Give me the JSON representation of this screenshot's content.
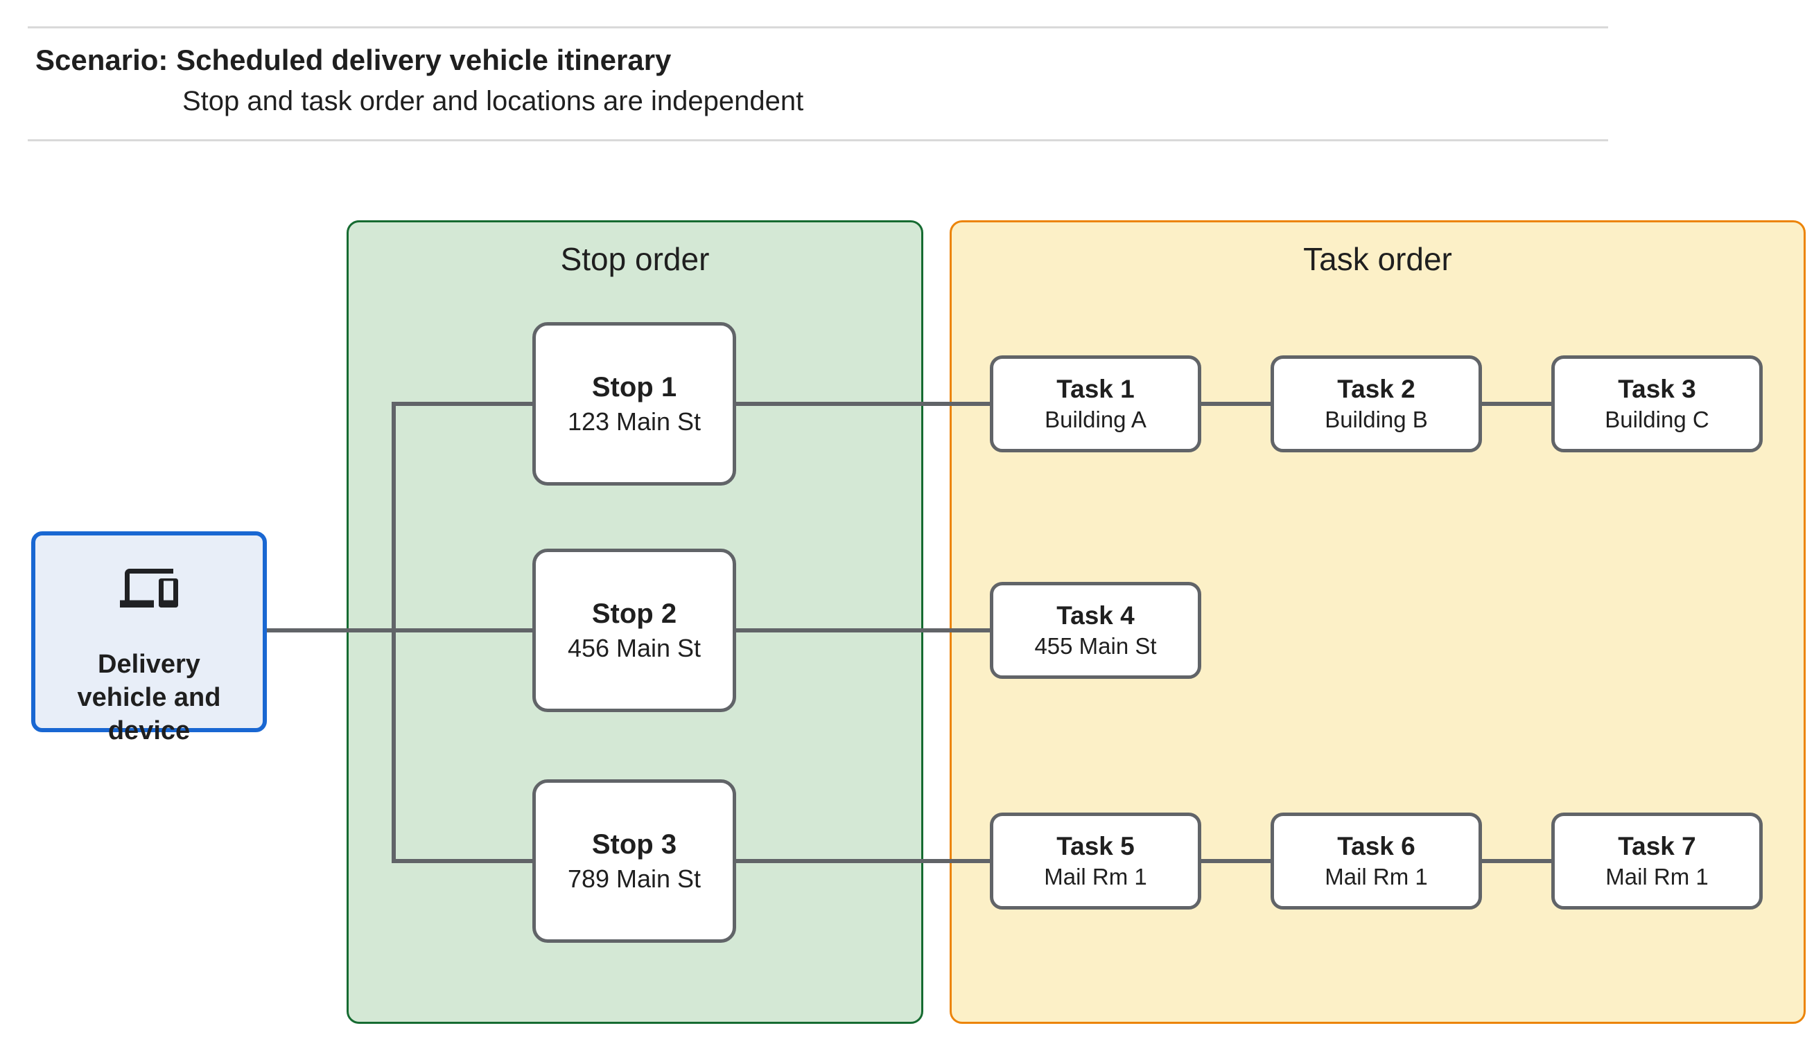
{
  "header": {
    "title": "Scenario: Scheduled delivery vehicle itinerary",
    "subtitle": "Stop and task order and locations are independent"
  },
  "vehicle": {
    "label": "Delivery vehicle and device",
    "icon": "devices-icon"
  },
  "panels": {
    "stop": {
      "title": "Stop order"
    },
    "task": {
      "title": "Task order"
    }
  },
  "stops": [
    {
      "name": "Stop 1",
      "location": "123 Main St"
    },
    {
      "name": "Stop 2",
      "location": "456 Main St"
    },
    {
      "name": "Stop 3",
      "location": "789 Main St"
    }
  ],
  "tasks": [
    {
      "name": "Task 1",
      "location": "Building A"
    },
    {
      "name": "Task 2",
      "location": "Building B"
    },
    {
      "name": "Task 3",
      "location": "Building C"
    },
    {
      "name": "Task 4",
      "location": "455 Main St"
    },
    {
      "name": "Task 5",
      "location": "Mail Rm 1"
    },
    {
      "name": "Task 6",
      "location": "Mail Rm 1"
    },
    {
      "name": "Task 7",
      "location": "Mail Rm 1"
    }
  ],
  "colors": {
    "green_fill": "#d4e8d5",
    "green_border": "#166b31",
    "orange_fill": "#fcf0c7",
    "orange_border": "#ec8408",
    "blue_fill": "#e8eef8",
    "blue_border": "#1967d2",
    "connector": "#616468",
    "node_border": "#616468",
    "text": "#1f1f1f",
    "rule": "#d9d9d9"
  }
}
